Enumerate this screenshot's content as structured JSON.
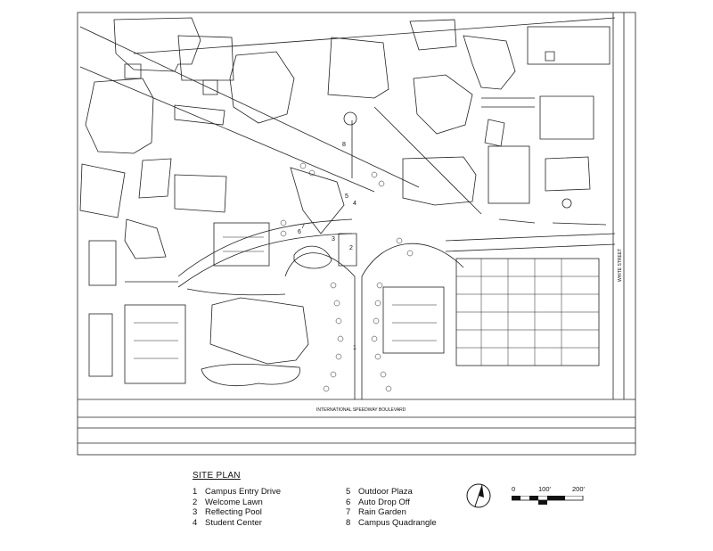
{
  "map": {
    "road_labels": {
      "international_speedway": "INTERNATIONAL SPEEDWAY BOULEVARD",
      "white_street": "WHITE STREET"
    },
    "callouts": [
      "1",
      "2",
      "3",
      "4",
      "5",
      "6",
      "7",
      "8"
    ]
  },
  "legend": {
    "title": "SITE PLAN",
    "items": [
      {
        "num": "1",
        "label": "Campus Entry Drive"
      },
      {
        "num": "2",
        "label": "Welcome Lawn"
      },
      {
        "num": "3",
        "label": "Reflecting Pool"
      },
      {
        "num": "4",
        "label": "Student Center"
      },
      {
        "num": "5",
        "label": "Outdoor Plaza"
      },
      {
        "num": "6",
        "label": "Auto Drop Off"
      },
      {
        "num": "7",
        "label": "Rain Garden"
      },
      {
        "num": "8",
        "label": "Campus Quadrangle"
      }
    ]
  },
  "scale_bar": {
    "labels": [
      "0",
      "100'",
      "200'"
    ]
  }
}
